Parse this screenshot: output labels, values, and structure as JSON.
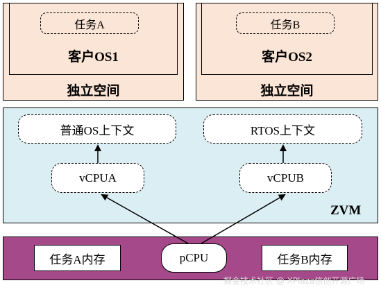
{
  "space_a": {
    "task": "任务A",
    "guest_os": "客户OS1",
    "label": "独立空间"
  },
  "space_b": {
    "task": "任务B",
    "guest_os": "客户OS2",
    "label": "独立空间"
  },
  "zvm": {
    "label": "ZVM",
    "context_a": "普通OS上下文",
    "context_b": "RTOS上下文",
    "vcpu_a": "vCPUA",
    "vcpu_b": "vCPUB"
  },
  "hardware": {
    "memory_a": "任务A内存",
    "pcpu": "pCPU",
    "memory_b": "任务B内存"
  },
  "watermark": "掘金技术社区 @ XPlaza信创开源广场"
}
